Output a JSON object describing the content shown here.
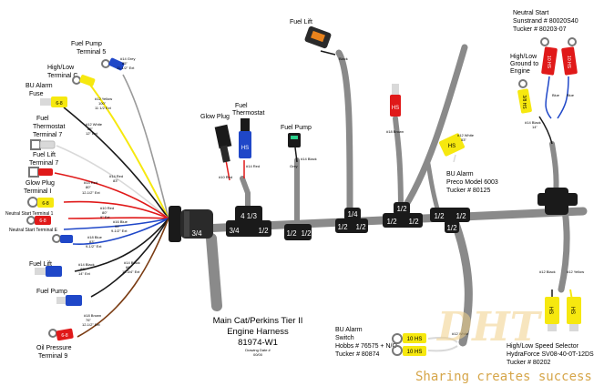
{
  "harness": {
    "title_line1": "Main Cat/Perkins Tier II",
    "title_line2": "Engine Harness",
    "part_number": "81974-W1",
    "footnote1": "Drawing Date #",
    "footnote2": "00/00"
  },
  "left_components": {
    "fuel_pump_t5": {
      "line1": "Fuel Pump",
      "line2": "Terminal 5"
    },
    "hilo_tc": {
      "line1": "High/Low",
      "line2": "Terminal C"
    },
    "bu_alarm_fuse": {
      "line1": "BU Alarm",
      "line2": "Fuse",
      "tag": "6-8"
    },
    "fuel_thermo_t7": {
      "line1": "Fuel",
      "line2": "Thermostat",
      "line3": "Terminal 7"
    },
    "fuel_lift_t7": {
      "line1": "Fuel Lift",
      "line2": "Terminal 7"
    },
    "glow_plug_ti": {
      "line1": "Glow Plug",
      "line2": "Terminal I",
      "tag": "6-8"
    },
    "neutral_start_t1": {
      "label": "Neutral Start Terminal 1",
      "tag": "6-8"
    },
    "neutral_start_te": {
      "label": "Neutral Start Terminal E"
    },
    "fuel_lift": {
      "label": "Fuel Lift"
    },
    "fuel_pump": {
      "label": "Fuel Pump"
    },
    "oil_pressure_t9": {
      "line1": "Oil Pressure",
      "line2": "Terminal 9",
      "tag": "6-8"
    }
  },
  "wire_labels": {
    "grey14": {
      "gauge": "#14 Grey",
      "len": "85\"",
      "note": "11-1/2\" Ext"
    },
    "yellow12": {
      "gauge": "#12 Yellow",
      "len": "100\"",
      "note": "11 1/2 Ext"
    },
    "white12": {
      "gauge": "#12 White",
      "len": "85\"",
      "note": "12\" Ext"
    },
    "red14a": {
      "gauge": "#14 Red",
      "len": "83\"",
      "note": ""
    },
    "red14b": {
      "gauge": "#14 Red",
      "len": "80\"",
      "note": "12-1/2\" Ext"
    },
    "red10": {
      "gauge": "#10 Red",
      "len": "80\"",
      "note": "9\" Ext"
    },
    "blue16": {
      "gauge": "#16 Blue",
      "len": "95\"",
      "note": "9-1/2\" Ext"
    },
    "blue18": {
      "gauge": "#18 Blue",
      "len": "83\"",
      "note": "9-1/2\" Ext"
    },
    "black14a": {
      "gauge": "#14 Black",
      "len": "83\"",
      "note": "14\" Ext"
    },
    "black14b": {
      "gauge": "#14 Black",
      "len": "66\"",
      "note": "11-3/4\" Ext"
    },
    "brown18": {
      "gauge": "#18 Brown",
      "len": "76\"",
      "note": "12-1/2\" Ext"
    }
  },
  "main_connector": {
    "label": "3/4"
  },
  "junctions": {
    "j413": "4 1/3",
    "j34": "3/4",
    "j12a": "1/2",
    "j12b": "1/2",
    "j12c": "1/2",
    "j14": "1/4",
    "j12d": "1/2",
    "j12e": "1/2",
    "j12f": "1/2",
    "j12g": "1/2",
    "j12h": "1/2",
    "j12i": "1/2",
    "j12j": "1/2",
    "j12k": "1/2"
  },
  "top_components": {
    "glow_plug": {
      "label": "Glow Plug",
      "wire": "#10 Red"
    },
    "fuel_thermostat": {
      "line1": "Fuel",
      "line2": "Thermostat",
      "wire": "#14 Red",
      "tag": "HS"
    },
    "fuel_pump_top": {
      "label": "Fuel Pump",
      "wire": "#14 Black",
      "wire2": "Grey"
    },
    "fuel_lift_top": {
      "label": "Fuel Lift",
      "wire": "Black"
    },
    "red_hs": {
      "tag": "HS",
      "wire": "#18 Brown"
    },
    "bu_alarm_preco": {
      "line1": "BU Alarm",
      "line2": "Preco Model 6003",
      "line3": "Tucker # 80125",
      "tag": "HS",
      "wire": "#12 White",
      "len": "53\""
    },
    "neutral_start": {
      "line1": "Neutral Start",
      "line2": "Sunstrand # 80020S40",
      "line3": "Tucker # 80203-07",
      "tag1": "10 HS",
      "tag2": "10 HS",
      "wire1": "Blue",
      "wire2": "Blue"
    },
    "hilo_ground": {
      "line1": "High/Low",
      "line2": "Ground to",
      "line3": "Engine",
      "tag": "3/8 HS",
      "wire": "#14 Black",
      "len": "14\""
    }
  },
  "bottom_right": {
    "bu_alarm_switch": {
      "line1": "BU Alarm",
      "line2": "Switch",
      "line3": "Hobbs # 76575 + N/O",
      "line4": "Tucker # 80874",
      "tag1": "10 HS",
      "tag2": "10 HS",
      "wire": "#12 White"
    },
    "hilo_selector": {
      "line1": "High/Low Speed Selector",
      "line2": "HydraForce SV08-40-0T-12DS",
      "line3": "Tucker # 80202",
      "tag1": "HS",
      "tag2": "HS",
      "wire1": "#12 Black",
      "wire2": "#12 Yellow"
    }
  },
  "watermark": {
    "text": "Sharing creates success",
    "logo": "DHT"
  },
  "colors": {
    "sheath": "#8a8a8a",
    "connector": "#1a1a1a",
    "red": "#e01919",
    "yellow": "#f6e80f",
    "blue": "#1f47c8",
    "white_wire": "#d9d9d9",
    "grey_wire": "#9a9a9a",
    "brown_wire": "#7a3b12"
  }
}
